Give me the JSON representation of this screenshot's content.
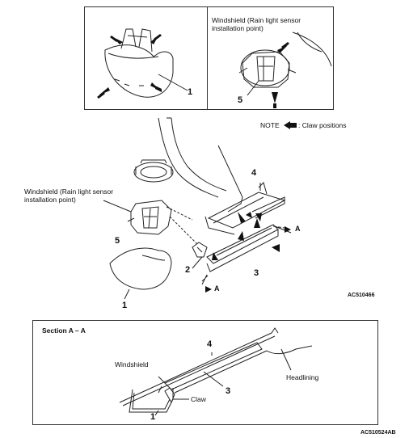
{
  "top_panel": {
    "left": {
      "part_label": "1"
    },
    "right": {
      "label_line1": "Windshield (Rain light sensor",
      "label_line2": "installation point)",
      "part_label": "5"
    }
  },
  "main_diagram": {
    "note_label": "NOTE",
    "note_text": ": Claw positions",
    "windshield_label_line1": "Windshield (Rain light sensor",
    "windshield_label_line2": "installation point)",
    "part_labels": {
      "p1": "1",
      "p2": "2",
      "p3": "3",
      "p4": "4",
      "p5": "5"
    },
    "section_marker": "A",
    "figure_code": "AC510466"
  },
  "section_panel": {
    "title": "Section A – A",
    "labels": {
      "windshield": "Windshield",
      "headlining": "Headlining",
      "claw": "Claw",
      "p1": "1",
      "p3": "3",
      "p4": "4"
    }
  },
  "footer": {
    "figure_code": "AC510524AB"
  }
}
